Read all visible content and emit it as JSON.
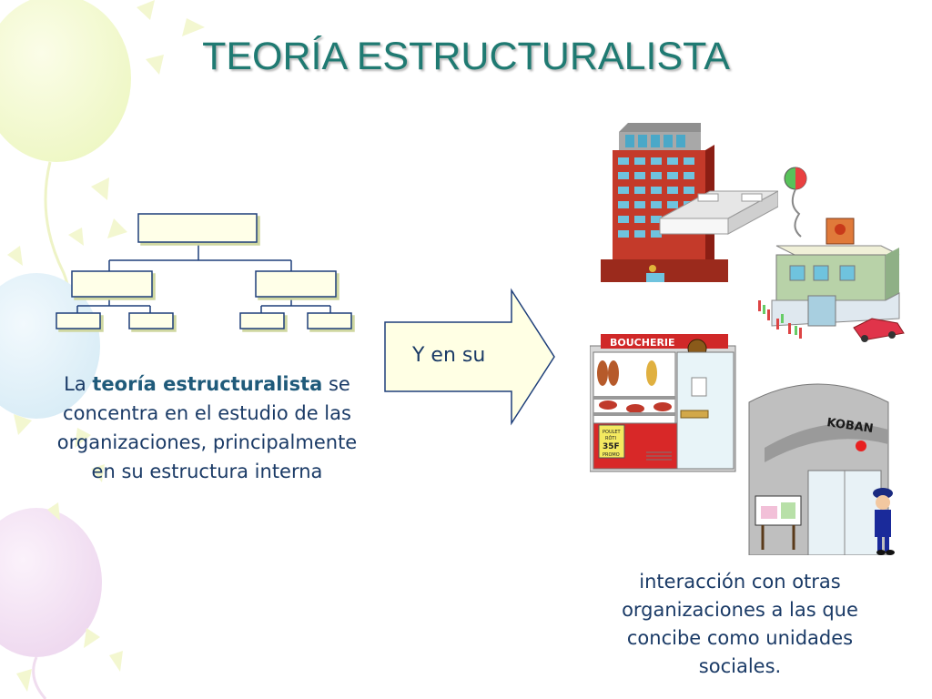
{
  "slide": {
    "title": "TEORÍA ESTRUCTURALISTA",
    "left_text": {
      "part1": "La ",
      "bold1": "teoría estructuralista",
      "part2": " se concentra en el estudio de las organizaciones, principalmente en su estructura interna"
    },
    "arrow_label": "Y en su",
    "right_text": "interacción con otras organizaciones a las que concibe como unidades sociales."
  },
  "illustrations": {
    "shop_sign": "BOUCHERIE",
    "police_sign": "KOBAN",
    "shop_poster": [
      "POULET",
      "RÔTI",
      "35F",
      "PROMO"
    ]
  },
  "colors": {
    "title": "#1f7a72",
    "text": "#1a3a66",
    "org_box_fill": "#ffffe8",
    "org_box_stroke": "#1e3f7a"
  }
}
